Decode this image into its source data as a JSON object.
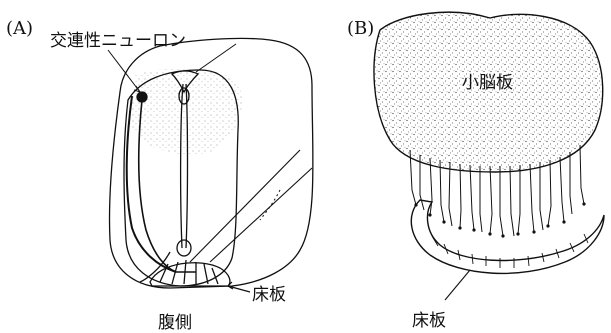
{
  "panel_a": {
    "letter": "(A)",
    "commissural_neuron_label": "交連性ニューロン",
    "floor_plate_label": "床板",
    "ventral_label": "腹側"
  },
  "panel_b": {
    "letter": "(B)",
    "cerebellar_plate_label": "小脳板",
    "floor_plate_label": "床板"
  }
}
